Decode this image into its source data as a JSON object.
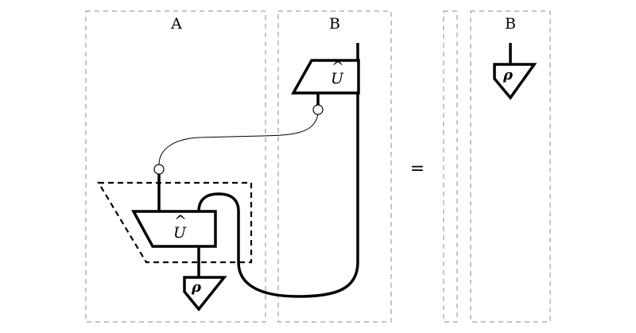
{
  "diagram": {
    "left_side": {
      "region_a_label": "A",
      "region_b_label": "B",
      "upper_operator": {
        "label": "U",
        "hat": "^"
      },
      "lower_operator": {
        "label": "U",
        "hat": "^"
      },
      "state": {
        "label": "ρ"
      }
    },
    "equals": "=",
    "right_side": {
      "region_b_label": "B",
      "state": {
        "label": "ρ"
      }
    }
  }
}
